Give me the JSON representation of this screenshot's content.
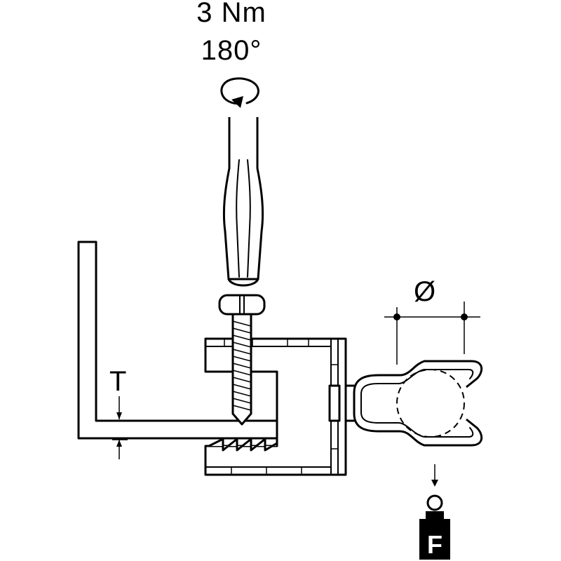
{
  "annotations": {
    "torque": "3 Nm",
    "angle": "180°",
    "thickness": "T",
    "diameter": "Ø",
    "force": "F"
  },
  "icons": {
    "rotation": "rotation-arrow-icon",
    "weight": "weight-icon"
  },
  "colors": {
    "line": "#000000",
    "background": "#ffffff"
  }
}
